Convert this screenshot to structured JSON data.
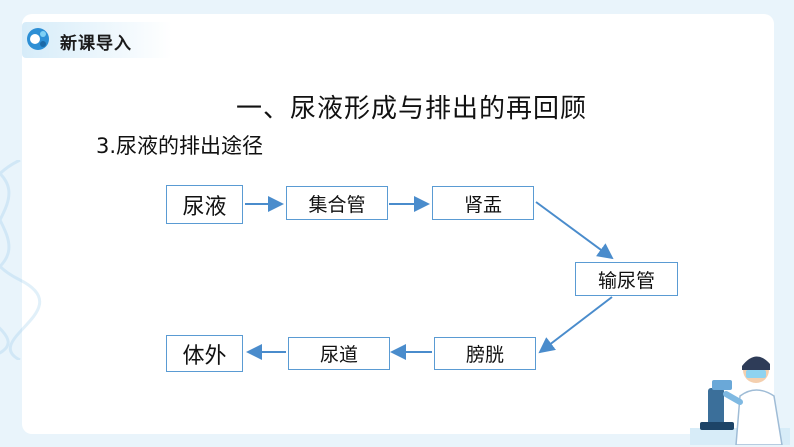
{
  "header": {
    "title": "新课导入",
    "logo": "dna-logo-icon"
  },
  "main_title": "一、尿液形成与排出的再回顾",
  "subtitle": "3.尿液的排出途径",
  "flow": {
    "node_urine": "尿液",
    "node_collecting_duct": "集合管",
    "node_renal_pelvis": "肾盂",
    "node_ureter": "输尿管",
    "node_bladder": "膀胱",
    "node_urethra": "尿道",
    "node_outside": "体外"
  },
  "colors": {
    "border": "#5a9bd3",
    "arrow": "#4a8ccc",
    "background": "#e9f4fb"
  },
  "illustration": "scientist-microscope-icon"
}
